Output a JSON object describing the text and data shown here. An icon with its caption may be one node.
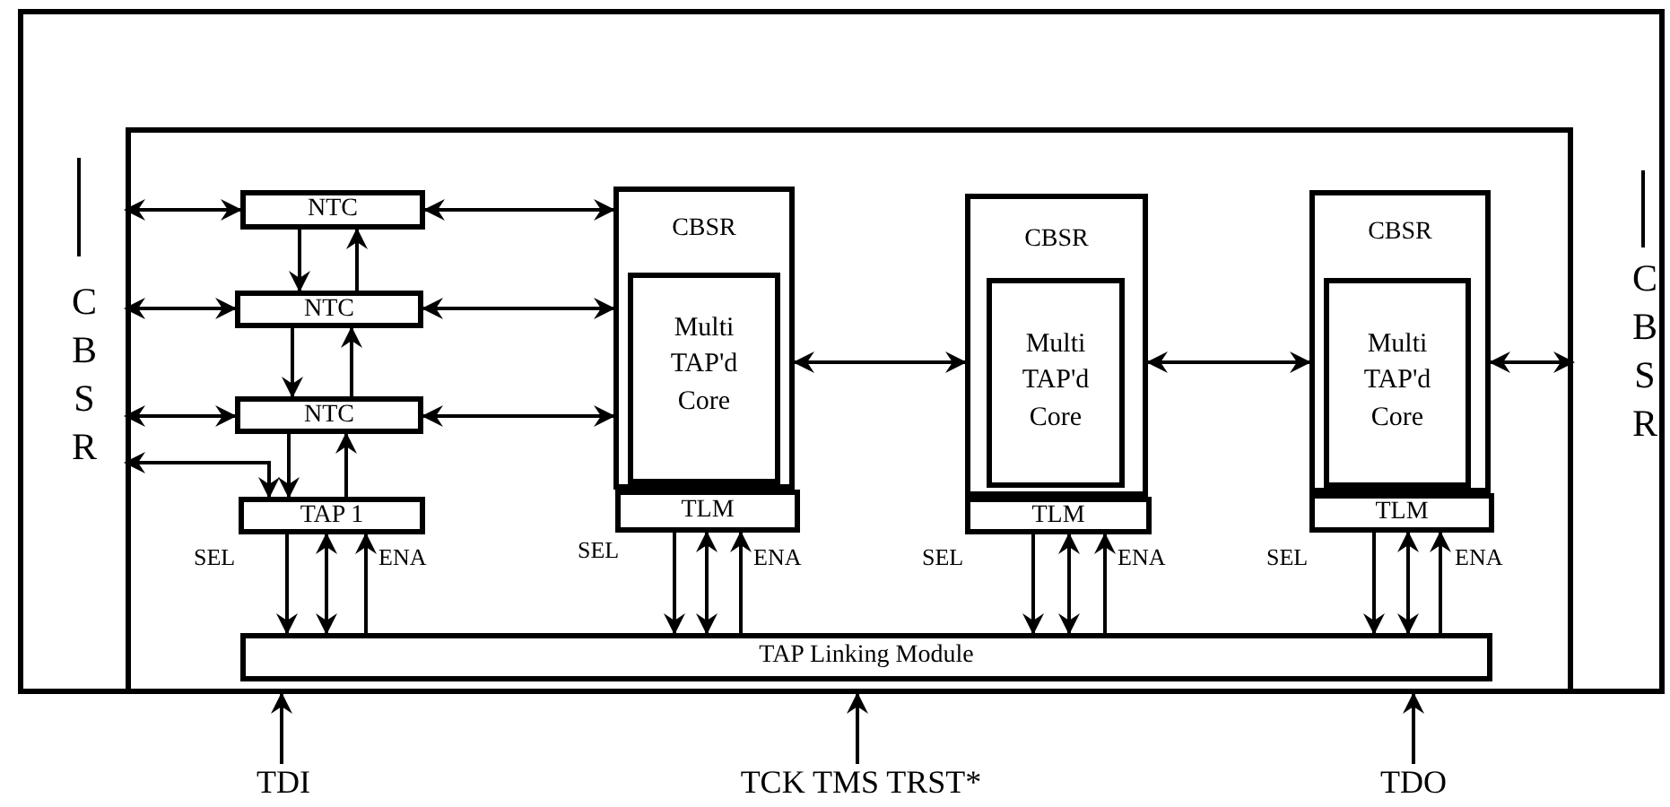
{
  "diagram": {
    "nodes": [
      {
        "text": [
          "CBSR",
          "CBSR"
        ]
      },
      {
        "text": [],
        "shape": "box",
        "in": 0
      },
      {
        "text": [
          "NTC"
        ],
        "in": 1
      },
      {
        "text": [
          "NTC"
        ],
        "in": 1
      },
      {
        "text": [
          "NTC"
        ],
        "in": 1
      },
      {
        "text": [
          "TAP 1"
        ],
        "in": 1
      },
      {
        "text": [
          "CBSR"
        ],
        "in": 1
      },
      {
        "text": [
          "Multi TAP'd Core"
        ],
        "in": 6
      },
      {
        "text": [
          "CBSR"
        ],
        "in": 1
      },
      {
        "text": [
          "Multi TAP'd Core"
        ],
        "in": 8
      },
      {
        "text": [
          "CBSR"
        ],
        "in": 1
      },
      {
        "text": [
          "Multi TAP'd Core"
        ],
        "in": 10
      },
      {
        "text": [
          "TLM"
        ],
        "in": 1
      },
      {
        "text": [
          "TLM"
        ],
        "in": 1
      },
      {
        "text": [
          "TLM"
        ],
        "in": 1
      },
      {
        "text": [
          "TAP Linking Module"
        ],
        "in": 1
      },
      {
        "text": [
          "TDI"
        ]
      },
      {
        "text": [
          "TCK TMS TRST*"
        ]
      },
      {
        "text": [
          "TDO"
        ]
      }
    ],
    "edges": [
      {
        "from": 1,
        "to": 2,
        "arrow": "both"
      },
      {
        "from": 1,
        "to": 3,
        "arrow": "both"
      },
      {
        "from": 1,
        "to": 4,
        "arrow": "both"
      },
      {
        "from": 2,
        "to": 6,
        "arrow": "both"
      },
      {
        "from": 3,
        "to": 6,
        "arrow": "both"
      },
      {
        "from": 4,
        "to": 6,
        "arrow": "both"
      },
      {
        "from": 2,
        "to": 3,
        "arrow": "to"
      },
      {
        "from": 3,
        "to": 2,
        "arrow": "to"
      },
      {
        "from": 3,
        "to": 4,
        "arrow": "to"
      },
      {
        "from": 4,
        "to": 3,
        "arrow": "to"
      },
      {
        "from": 4,
        "to": 5,
        "arrow": "to"
      },
      {
        "from": 5,
        "to": 4,
        "arrow": "to"
      },
      {
        "from": 1,
        "to": 5,
        "arrow": "both"
      },
      {
        "from": 5,
        "to": 15,
        "arrow": "to",
        "label": "SEL"
      },
      {
        "from": 5,
        "to": 15,
        "arrow": "both"
      },
      {
        "from": 15,
        "to": 5,
        "arrow": "to",
        "label": "ENA"
      },
      {
        "from": 12,
        "to": 15,
        "arrow": "to",
        "label": "SEL"
      },
      {
        "from": 12,
        "to": 15,
        "arrow": "both"
      },
      {
        "from": 15,
        "to": 12,
        "arrow": "to",
        "label": "ENA"
      },
      {
        "from": 13,
        "to": 15,
        "arrow": "to",
        "label": "SEL"
      },
      {
        "from": 13,
        "to": 15,
        "arrow": "both"
      },
      {
        "from": 15,
        "to": 13,
        "arrow": "to",
        "label": "ENA"
      },
      {
        "from": 14,
        "to": 15,
        "arrow": "to",
        "label": "SEL"
      },
      {
        "from": 14,
        "to": 15,
        "arrow": "both"
      },
      {
        "from": 15,
        "to": 14,
        "arrow": "to",
        "label": "ENA"
      },
      {
        "from": 6,
        "to": 8,
        "arrow": "both"
      },
      {
        "from": 8,
        "to": 10,
        "arrow": "both"
      },
      {
        "from": 10,
        "to": 1,
        "arrow": "both"
      },
      {
        "from": 16,
        "to": 0,
        "arrow": "to"
      },
      {
        "from": 17,
        "to": 0,
        "arrow": "to"
      },
      {
        "from": 18,
        "to": 0,
        "arrow": "to"
      }
    ]
  }
}
